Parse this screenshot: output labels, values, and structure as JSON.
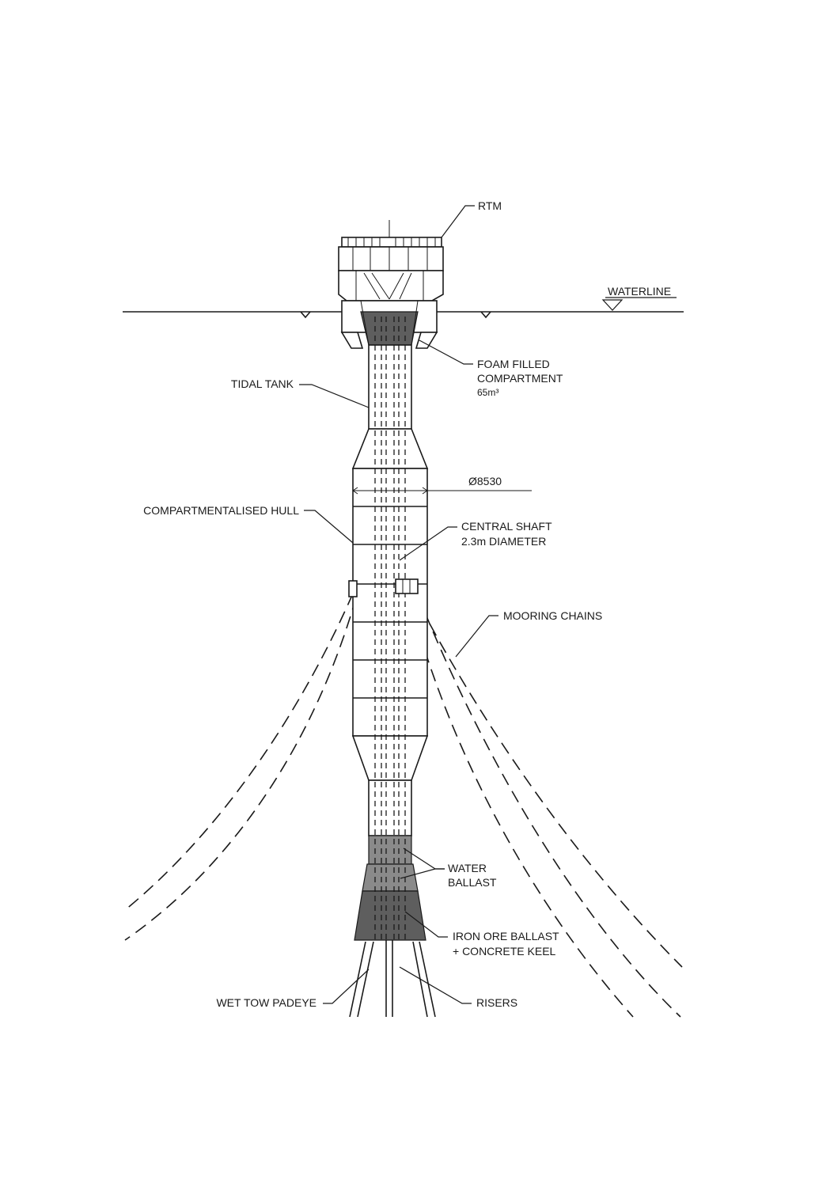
{
  "labels": {
    "rtm": "RTM",
    "waterline": "WATERLINE",
    "foam_filled_compartment": [
      "FOAM FILLED",
      "COMPARTMENT",
      "65m³"
    ],
    "tidal_tank": "TIDAL TANK",
    "diameter": "Ø8530",
    "compartmentalised_hull": "COMPARTMENTALISED HULL",
    "central_shaft": [
      "CENTRAL SHAFT",
      "2.3m DIAMETER"
    ],
    "mooring_chains": "MOORING CHAINS",
    "water_ballast": [
      "WATER",
      "BALLAST"
    ],
    "iron_ore_ballast": [
      "IRON ORE BALLAST",
      "+ CONCRETE KEEL"
    ],
    "wet_tow_padeye": "WET TOW PADEYE",
    "risers": "RISERS"
  },
  "colors": {
    "line": "#1a1a1a",
    "ballast_dark": "#5e5e5e",
    "ballast_mid": "#8a8a8a",
    "background": "#ffffff"
  }
}
